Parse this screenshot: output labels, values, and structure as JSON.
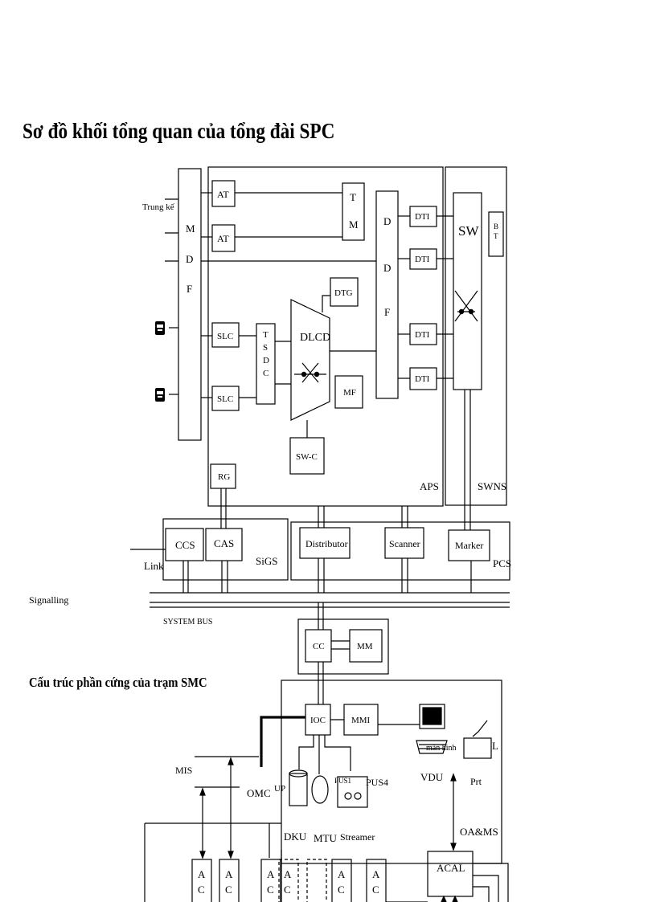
{
  "titles": {
    "main": "Sơ đồ khối tổng quan của tổng đài SPC",
    "sub": "Cấu trúc phần cứng của trạm SMC"
  },
  "diagram": {
    "trunk_label": "Trung kế",
    "mdf": [
      "M",
      "D",
      "F"
    ],
    "at1": "AT",
    "at2": "AT",
    "tm": [
      "T",
      "M"
    ],
    "ddf": [
      "D",
      "D",
      "F"
    ],
    "dti1": "DTI",
    "dti2": "DTI",
    "dti3": "DTI",
    "dti4": "DTI",
    "sw": "SW",
    "bt": [
      "B",
      "T"
    ],
    "dtg": "DTG",
    "slc1": "SLC",
    "slc2": "SLC",
    "tsdc": [
      "T",
      "S",
      "D",
      "C"
    ],
    "dlcd": "DLCD",
    "mf": "MF",
    "swc": "SW-C",
    "rg": "RG",
    "aps": "APS",
    "swns": "SWNS",
    "ccs": "CCS",
    "cas": "CAS",
    "sigs": "SiGS",
    "link": "Link",
    "distributor": "Distributor",
    "scanner": "Scanner",
    "marker": "Marker",
    "pcs": "PCS",
    "signalling": "Signalling",
    "system_bus": "SYSTEM BUS",
    "cc": "CC",
    "mm": "MM",
    "ioc": "IOC",
    "mmi": "MMI",
    "mis": "MIS",
    "omc": "OMC",
    "up": "UP",
    "pus1": "PUS1",
    "pus4": "PUS4",
    "vdu_screen": "màn hình",
    "vdu": "VDU",
    "printer_l": "L",
    "prt": "Prt",
    "dku": "DKU",
    "mtu": "MTU",
    "streamer": "Streamer",
    "oams": "OA&MS",
    "acal": "ACAL",
    "ac_a": "A",
    "ac_c": "C"
  }
}
